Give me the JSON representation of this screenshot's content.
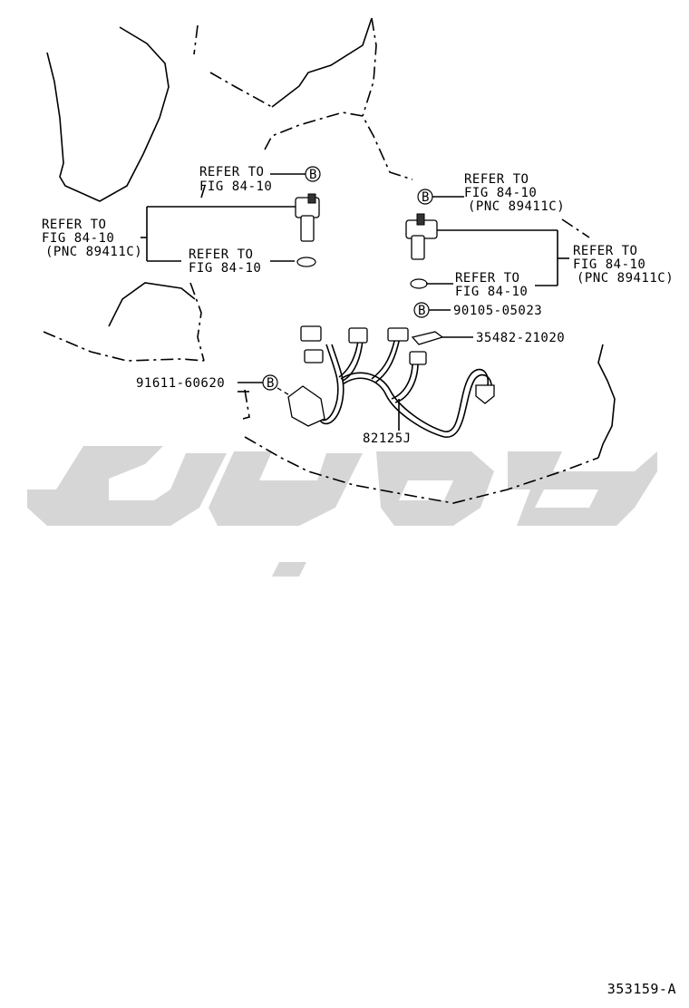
{
  "labels": {
    "refer_a_1": "REFER TO",
    "refer_a_2": "FIG 84-10",
    "refer_b_1": "REFER TO",
    "refer_b_2": "FIG 84-10",
    "refer_b_3": "(PNC 89411C)",
    "refer_c_1": "REFER TO",
    "refer_c_2": "FIG 84-10",
    "refer_d_1": "REFER TO",
    "refer_d_2": "FIG 84-10",
    "refer_d_3": "(PNC 89411C)",
    "refer_e_1": "REFER TO",
    "refer_e_2": "FIG 84-10",
    "refer_e_3": "(PNC 89411C)",
    "refer_f_1": "REFER TO",
    "refer_f_2": "FIG 84-10",
    "part_90105": "90105-05023",
    "part_35482": "35482-21020",
    "part_91611": "91611-60620",
    "part_82125": "82125J",
    "marker_b": "B",
    "drawing_code": "353159-A"
  }
}
